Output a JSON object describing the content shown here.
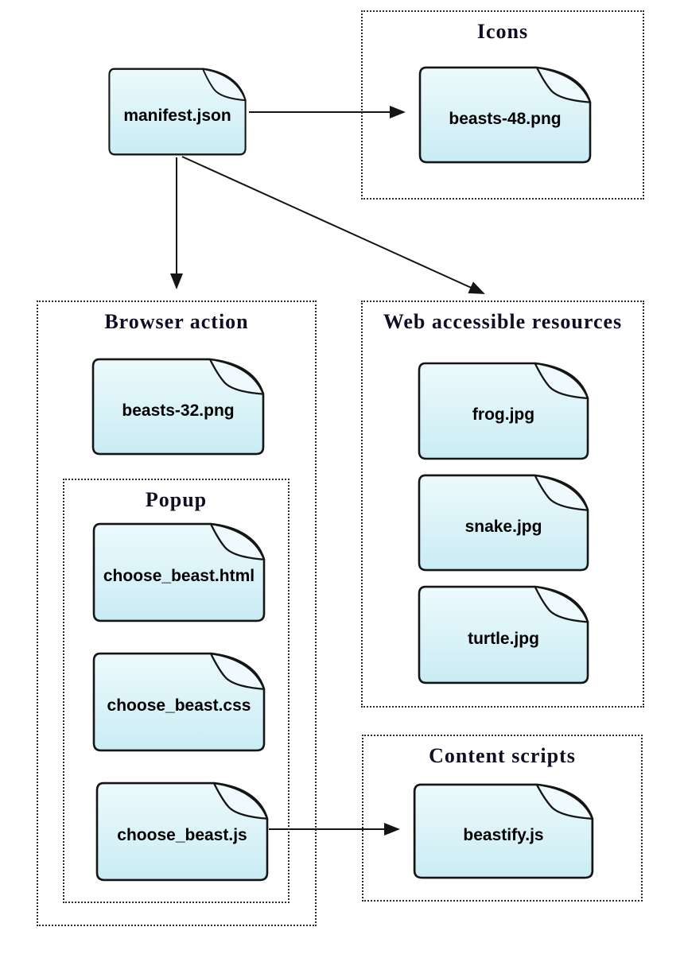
{
  "diagram": {
    "root_file": {
      "label": "manifest.json"
    },
    "groups": {
      "icons": {
        "title": "Icons",
        "files": [
          {
            "label": "beasts-48.png"
          }
        ]
      },
      "browser_action": {
        "title": "Browser action",
        "files": [
          {
            "label": "beasts-32.png"
          }
        ],
        "popup": {
          "title": "Popup",
          "files": [
            {
              "label": "choose_beast.html"
            },
            {
              "label": "choose_beast.css"
            },
            {
              "label": "choose_beast.js"
            }
          ]
        }
      },
      "web_accessible_resources": {
        "title": "Web accessible resources",
        "files": [
          {
            "label": "frog.jpg"
          },
          {
            "label": "snake.jpg"
          },
          {
            "label": "turtle.jpg"
          }
        ]
      },
      "content_scripts": {
        "title": "Content scripts",
        "files": [
          {
            "label": "beastify.js"
          }
        ]
      }
    },
    "edges": [
      {
        "from": "manifest.json",
        "to": "beasts-48.png"
      },
      {
        "from": "manifest.json",
        "to": "Browser action"
      },
      {
        "from": "manifest.json",
        "to": "Web accessible resources"
      },
      {
        "from": "choose_beast.js",
        "to": "beastify.js"
      }
    ],
    "colors": {
      "background": "#ffffff",
      "file_fill_top": "#edfafc",
      "file_fill_bottom": "#c9ecf4",
      "file_border": "#151515",
      "box_border": "#2b2b2b",
      "title_color": "#0e0e24",
      "label_color": "#000000",
      "arrow_color": "#141414"
    }
  }
}
